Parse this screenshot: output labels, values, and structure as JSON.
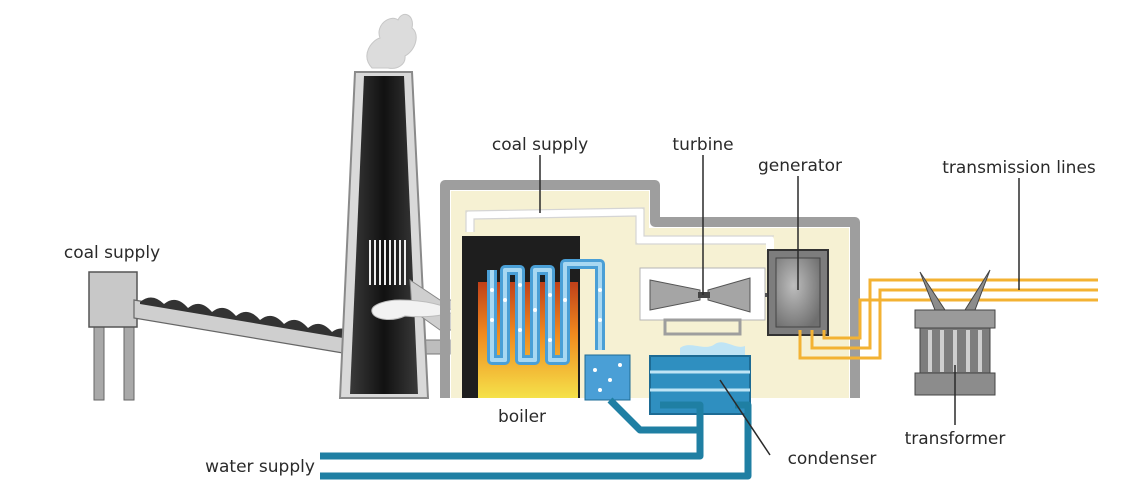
{
  "labels": {
    "coal_supply_left": "coal supply",
    "coal_supply_top": "coal supply",
    "turbine": "turbine",
    "generator": "generator",
    "transmission_lines": "transmission lines",
    "boiler": "boiler",
    "water_supply": "water supply",
    "condenser": "condenser",
    "transformer": "transformer"
  },
  "colors": {
    "chimney": "#1c1c1c",
    "chimney_outline": "#9a9a9a",
    "building_outline": "#9e9e9e",
    "building_fill": "#f6f1d3",
    "boiler_chamber": "#1e1e1e",
    "fire_hot": "#f5e24a",
    "fire_mid": "#f08a1e",
    "fire_dark": "#c0401a",
    "water_tube": "#4a9fd6",
    "water_tube_light": "#a8d8f2",
    "condenser": "#2f8fc0",
    "condenser_dark": "#1d6b94",
    "water_pipe": "#1f7fa3",
    "transmission": "#f3b233",
    "machine_grey": "#7d7d7d",
    "machine_light": "#c9c9c9",
    "smoke": "#dcdcdc"
  }
}
